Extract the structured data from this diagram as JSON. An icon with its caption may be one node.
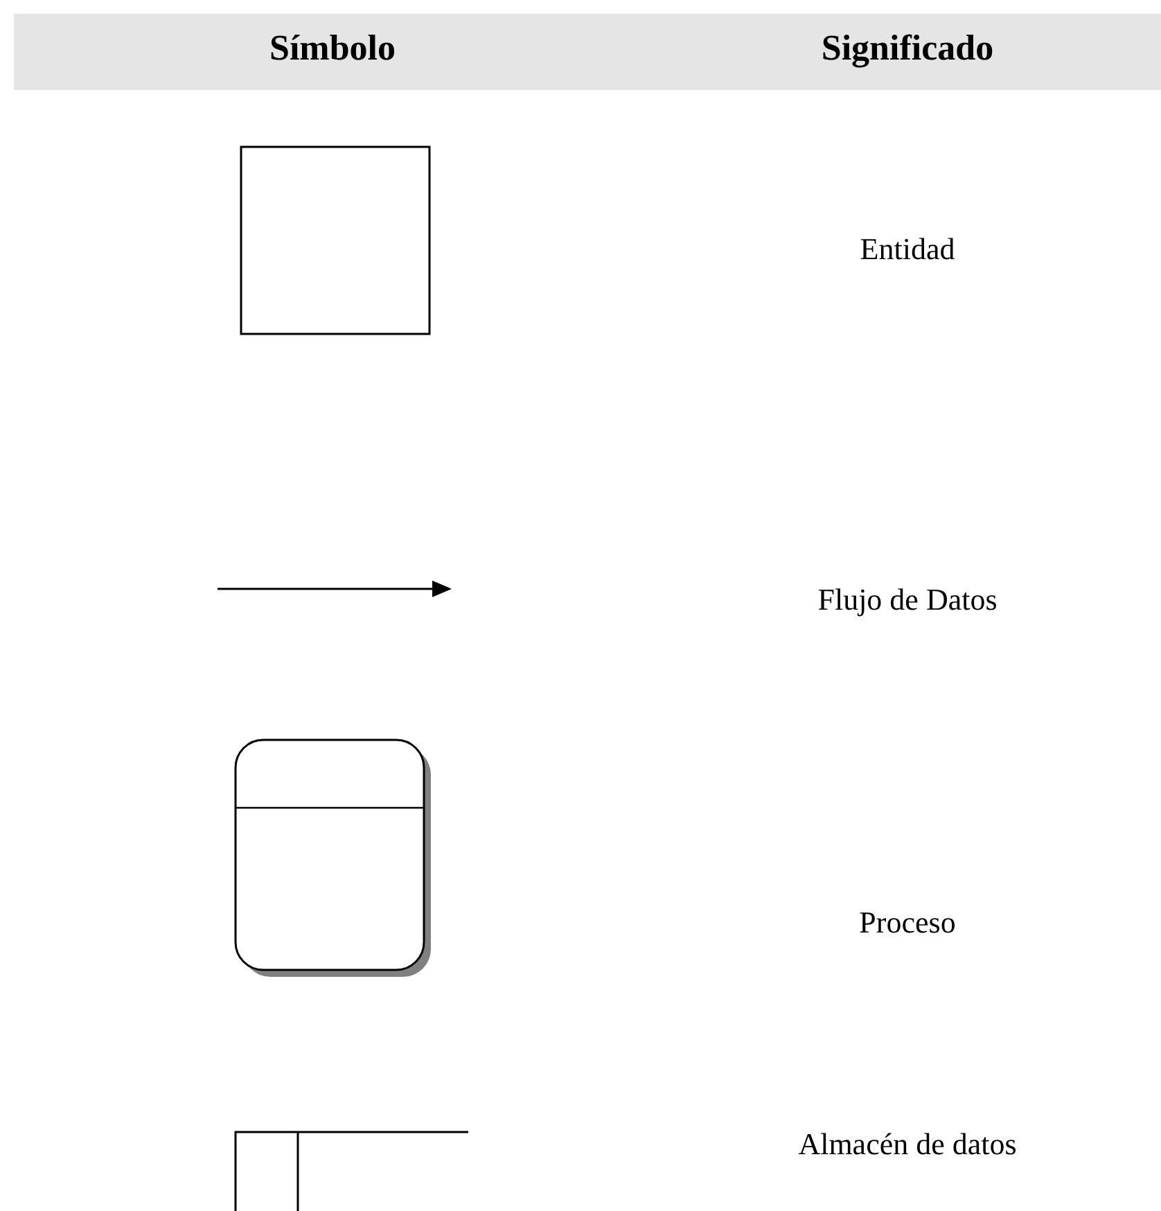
{
  "diagram": {
    "labels": [
      "Símbolo",
      "Significado",
      "Entidad",
      "Flujo de Datos",
      "Proceso",
      "Almacén de datos"
    ]
  }
}
